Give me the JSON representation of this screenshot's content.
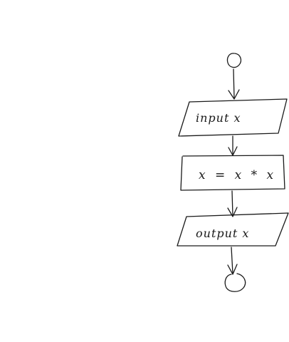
{
  "diagram": {
    "type": "flowchart",
    "nodes": [
      {
        "id": "start",
        "shape": "circle",
        "text": ""
      },
      {
        "id": "input",
        "shape": "parallelogram",
        "text": "input x"
      },
      {
        "id": "process",
        "shape": "rectangle",
        "text": "x = x * x"
      },
      {
        "id": "output",
        "shape": "parallelogram",
        "text": "output x"
      },
      {
        "id": "end",
        "shape": "circle",
        "text": ""
      }
    ],
    "edges": [
      {
        "from": "start",
        "to": "input"
      },
      {
        "from": "input",
        "to": "process"
      },
      {
        "from": "process",
        "to": "output"
      },
      {
        "from": "output",
        "to": "end"
      }
    ],
    "ink_color": "#1a1a1a"
  }
}
